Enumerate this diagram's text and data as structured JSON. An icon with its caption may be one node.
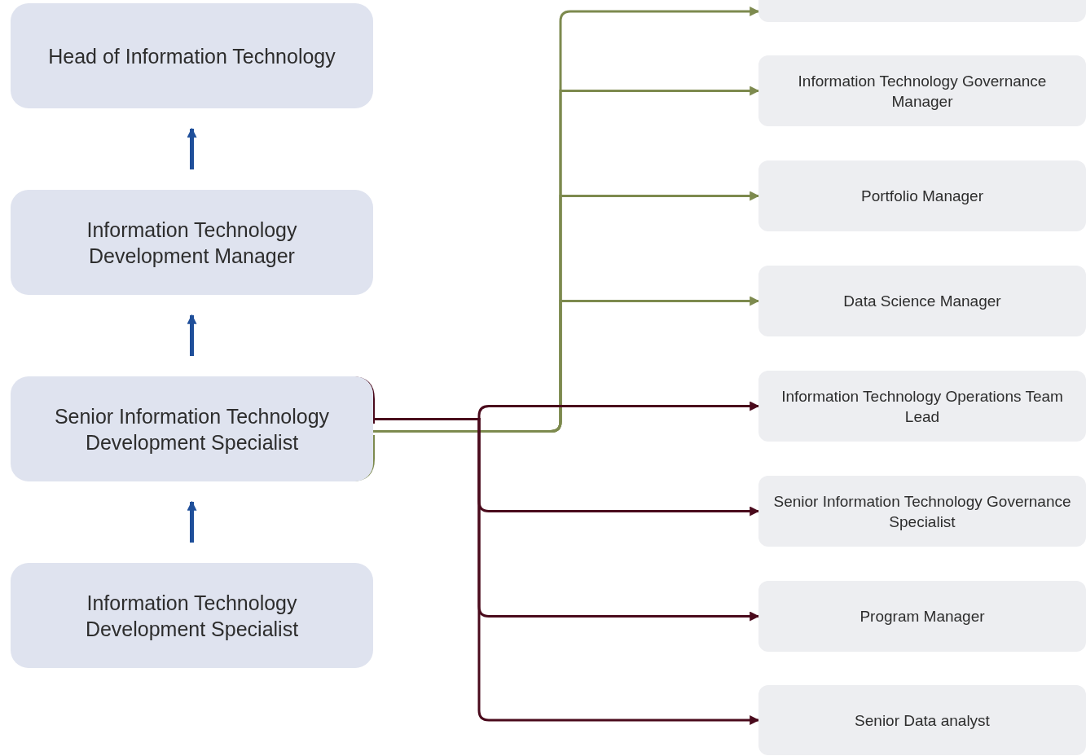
{
  "diagram": {
    "nodes": [
      {
        "text": [
          "Head of Information Technology"
        ]
      },
      {
        "text": [
          "Information Technology Development Manager"
        ]
      },
      {
        "text": [
          "Senior Information Technology Development Specialist"
        ]
      },
      {
        "text": [
          "Information Technology Development Specialist"
        ]
      },
      {
        "text": [],
        "shape": "box"
      },
      {
        "text": [
          "Information Technology Governance Manager"
        ]
      },
      {
        "text": [
          "Portfolio Manager"
        ]
      },
      {
        "text": [
          "Data Science Manager"
        ]
      },
      {
        "text": [
          "Information Technology Operations Team Lead"
        ]
      },
      {
        "text": [
          "Senior Information Technology Governance Specialist"
        ]
      },
      {
        "text": [
          "Program Manager"
        ]
      },
      {
        "text": [
          "Senior Data analyst"
        ]
      }
    ],
    "edges": [
      {
        "from": 1,
        "to": 0,
        "arrow": "to",
        "color": "#1f4f9a"
      },
      {
        "from": 2,
        "to": 1,
        "arrow": "to",
        "color": "#1f4f9a"
      },
      {
        "from": 3,
        "to": 2,
        "arrow": "to",
        "color": "#1f4f9a"
      },
      {
        "from": 2,
        "to": 4,
        "arrow": "to",
        "color": "#7d8a4e"
      },
      {
        "from": 2,
        "to": 5,
        "arrow": "to",
        "color": "#7d8a4e"
      },
      {
        "from": 2,
        "to": 6,
        "arrow": "to",
        "color": "#7d8a4e"
      },
      {
        "from": 2,
        "to": 7,
        "arrow": "to",
        "color": "#7d8a4e"
      },
      {
        "from": 2,
        "to": 8,
        "arrow": "to",
        "color": "#4a0a1c"
      },
      {
        "from": 2,
        "to": 9,
        "arrow": "to",
        "color": "#4a0a1c"
      },
      {
        "from": 2,
        "to": 10,
        "arrow": "to",
        "color": "#4a0a1c"
      },
      {
        "from": 2,
        "to": 11,
        "arrow": "to",
        "color": "#4a0a1c"
      }
    ]
  }
}
